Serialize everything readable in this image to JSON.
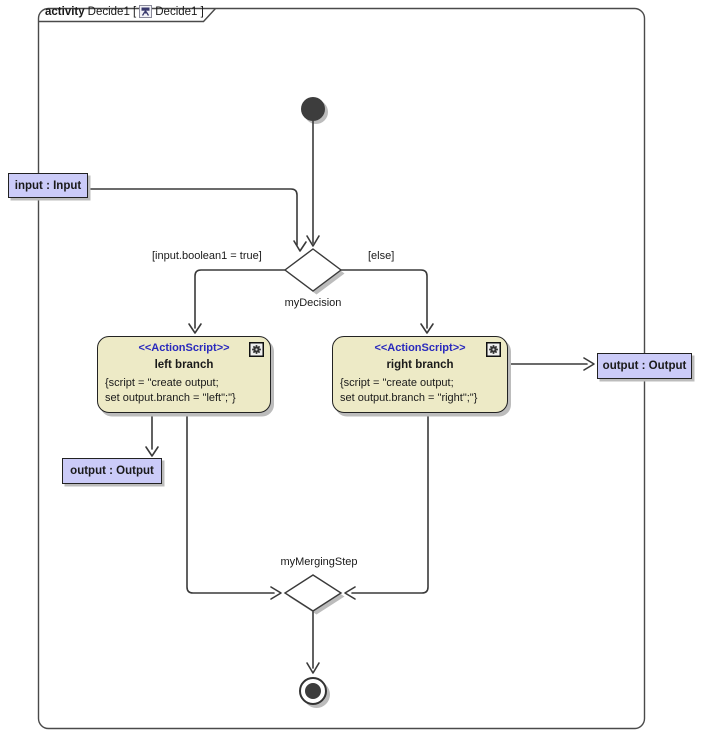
{
  "colors": {
    "stereotype_blue": "#2929BD",
    "action_fill": "#EDEAC6",
    "param_fill": "#CBCBF8",
    "line": "#3A3A3A",
    "shadow": "#BCBCBC"
  },
  "frame": {
    "keyword": "activity",
    "name": "Decide1",
    "open_bracket": "[",
    "diagram_name": "Decide1",
    "close_bracket": "]"
  },
  "labels": {
    "guard_true": "[input.boolean1 = true]",
    "guard_else": "[else]",
    "decision_name": "myDecision",
    "merge_name": "myMergingStep"
  },
  "params": {
    "input": {
      "label": "input : Input"
    },
    "output_left": {
      "label": "output : Output"
    },
    "output_right": {
      "label": "output : Output"
    }
  },
  "actions": {
    "left": {
      "stereotype": "<<ActionScript>>",
      "name": "left branch",
      "script1": "{script = \"create output;",
      "script2": "set output.branch = \"left\";\"}"
    },
    "right": {
      "stereotype": "<<ActionScript>>",
      "name": "right branch",
      "script1": "{script = \"create output;",
      "script2": "set output.branch = \"right\";\"}"
    }
  },
  "icons": {
    "gear": "script-gear-icon",
    "diagram_tab": "activity-diagram-icon"
  }
}
